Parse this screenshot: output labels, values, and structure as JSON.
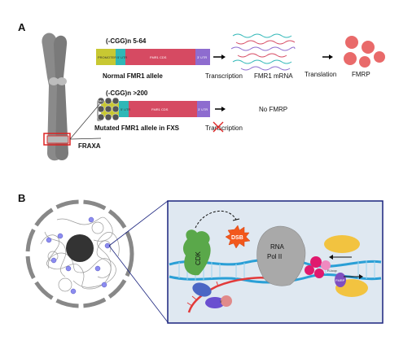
{
  "panel_a": {
    "label": "A",
    "normal": {
      "repeat_label": "(-CGG)n 5-64",
      "promoter_text": "PROMOTER",
      "utr5_text": "5' UTR",
      "gene_text": "FMR1 CDS",
      "utr3_text": "3' UTR",
      "allele_label": "Normal FMR1 allele",
      "transcription_label": "Transcription",
      "mrna_label": "FMR1 mRNA",
      "translation_label": "Translation",
      "protein_label": "FMRP"
    },
    "mutated": {
      "repeat_label": "(-CGG)n >200",
      "methyl_text": "Me",
      "utr5_text": "5' UTR",
      "gene_text": "FMR1 CDS",
      "utr3_text": "3' UTR",
      "allele_label": "Mutated FMR1 allele in FXS",
      "transcription_label": "Transcription",
      "outcome_label": "No FMRP"
    },
    "fraxa_label": "FRAXA"
  },
  "panel_b": {
    "label": "B",
    "cdk_label": "CDK",
    "dsb_label": "DSB",
    "polii_line1": "RNA",
    "polii_line2": "Pol II",
    "tiny_label": "5'",
    "complex_label": "R-loop",
    "subunit_label": "FMRP"
  },
  "colors": {
    "chromosome": "#8a8a8a",
    "promoter": "#c8c832",
    "utr5": "#2fb7b7",
    "gene": "#d64a62",
    "utr3": "#8e6ccf",
    "fmrp": "#e96a6a",
    "dna": "#2a9fd6",
    "rna": "#e23a3a",
    "cdk": "#5aa84a",
    "polii": "#a9a9a9",
    "dsb": "#f2581c",
    "inset_bg": "#dfe8f1"
  }
}
